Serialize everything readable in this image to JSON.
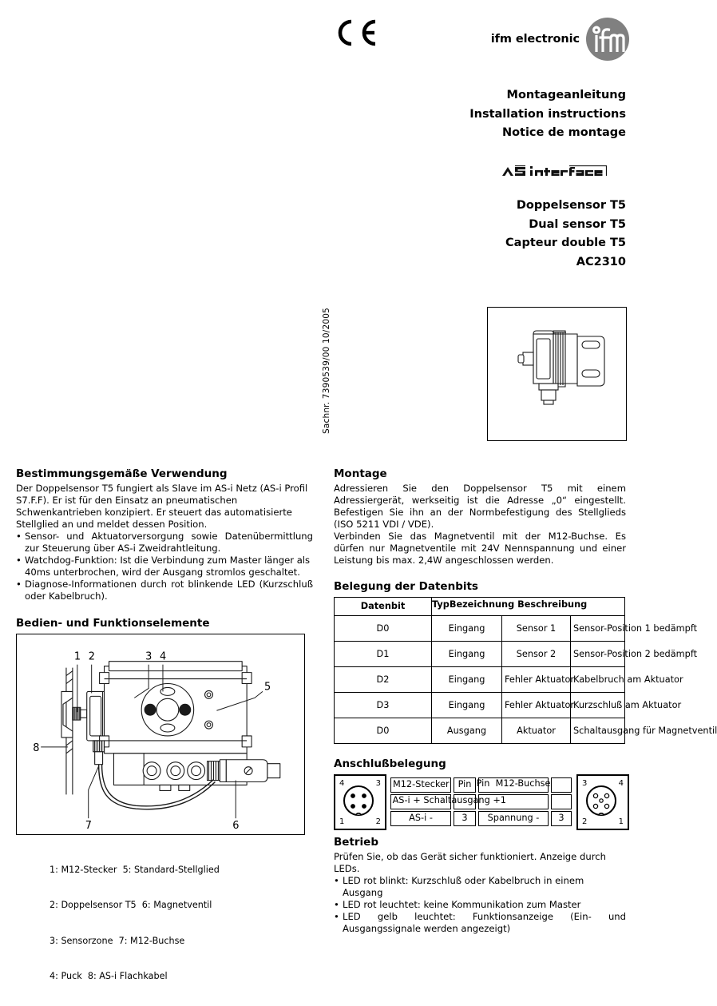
{
  "header": {
    "ce_mark": "CE",
    "brand_name": "ifm electronic",
    "brand_logo": "ifm-logo",
    "titles": [
      "Montageanleitung",
      "Installation instructions",
      "Notice de montage"
    ],
    "asi_logo_text": "AS-interface",
    "models": [
      "Doppelsensor T5",
      "Dual sensor T5",
      "Capteur double T5",
      "AC2310"
    ],
    "sachnr": "Sachnr. 7390539/00   10/2005"
  },
  "left": {
    "section1_heading": "Bestimmungsgemäße Verwendung",
    "section1_paragraph": "Der Doppelsensor T5 fungiert als Slave im AS-i Netz (AS-i Profil S7.F.F). Er ist für den Einsatz an pneumatischen Schwenkantrieben konzipiert. Er steuert das automatisierte Stellglied an und meldet dessen Position.",
    "section1_bullets": [
      "Sensor- und Aktuatorversorgung sowie Datenübermittlung zur Steuerung über AS-i Zweidrahtleitung.",
      "Watchdog-Funktion: Ist die Verbindung zum Master länger als 40ms unterbrochen, wird der Ausgang stromlos geschaltet.",
      "Diagnose-Informationen durch rot blinkende LED (Kurzschluß oder Kabelbruch)."
    ],
    "section2_heading": "Bedien- und Funktionselemente",
    "diagram_callouts": [
      "1",
      "2",
      "3",
      "4",
      "5",
      "6",
      "7",
      "8"
    ],
    "legend_lines": [
      "1: M12-Stecker  5: Standard-Stellglied",
      "2: Doppelsensor T5  6: Magnetventil",
      "3: Sensorzone  7: M12-Buchse",
      "4: Puck  8: AS-i Flachkabel"
    ]
  },
  "right": {
    "montage_heading": "Montage",
    "montage_paragraph1": "Adressieren Sie den Doppelsensor T5 mit einem Adressiergerät, werkseitig ist die Adresse „0“ eingestellt. Befestigen Sie ihn an der Normbefestigung des Stellglieds (ISO 5211 VDI / VDE).",
    "montage_paragraph2": "Verbinden Sie das Magnetventil mit der M12-Buchse. Es dürfen nur Magnetventile mit 24V Nennspannung und einer Leistung bis max. 2,4W angeschlossen werden.",
    "datenbits_heading": "Belegung der Datenbits",
    "datenbits_table": {
      "headers": [
        "Datenbit",
        "Typ",
        "Bezeichnung",
        "Beschreibung"
      ],
      "rows": [
        {
          "datenbit": "D0",
          "typ": "Eingang",
          "bezeichnung": "Sensor 1",
          "beschreibung": "Sensor-Position 1 bedämpft"
        },
        {
          "datenbit": "D1",
          "typ": "Eingang",
          "bezeichnung": "Sensor 2",
          "beschreibung": "Sensor-Position 2 bedämpft"
        },
        {
          "datenbit": "D2",
          "typ": "Eingang",
          "bezeichnung": "Fehler Aktuator",
          "beschreibung": "Kabelbruch am Aktuator"
        },
        {
          "datenbit": "D3",
          "typ": "Eingang",
          "bezeichnung": "Fehler Aktuator",
          "beschreibung": "Kurzschluß am Aktuator"
        },
        {
          "datenbit": "D0",
          "typ": "Ausgang",
          "bezeichnung": "Aktuator",
          "beschreibung": "Schaltausgang für Magnetventil"
        }
      ]
    },
    "anschluss_heading": "Anschlußbelegung",
    "connector_left": {
      "name": "m12-stecker-pinout",
      "pin_top_left": "4",
      "pin_top_right": "3",
      "pin_bottom_left": "1",
      "pin_bottom_right": "2"
    },
    "connector_right": {
      "name": "m12-buchse-pinout",
      "pin_top_left": "3",
      "pin_top_right": "4",
      "pin_bottom_left": "2",
      "pin_bottom_right": "1"
    },
    "pin_table": {
      "rows": [
        {
          "stecker": "M12-Stecker",
          "pin_left": "Pin",
          "buchse": "M12-Buchse",
          "pin_right": "",
          "buchse_prefix": "Pin"
        },
        {
          "stecker": "AS-i +",
          "pin_left": "",
          "buchse": "Schaltausgang +1",
          "pin_right": ""
        },
        {
          "stecker": "AS-i -",
          "pin_left": "3",
          "buchse": "Spannung -",
          "pin_right": "3"
        }
      ]
    },
    "betrieb_heading": "Betrieb",
    "betrieb_paragraph": "Prüfen Sie, ob das Gerät sicher funktioniert. Anzeige durch LEDs.",
    "betrieb_bullets": [
      "LED rot blinkt: Kurzschluß oder Kabelbruch in einem Ausgang",
      "LED rot leuchtet: keine Kommunikation zum Master",
      "LED gelb leuchtet: Funktionsanzeige (Ein- und Ausgangssignale werden angezeigt)"
    ]
  },
  "colors": {
    "text": "#000000",
    "background": "#ffffff",
    "logo_gray": "#808080",
    "line": "#1a1a1a"
  }
}
